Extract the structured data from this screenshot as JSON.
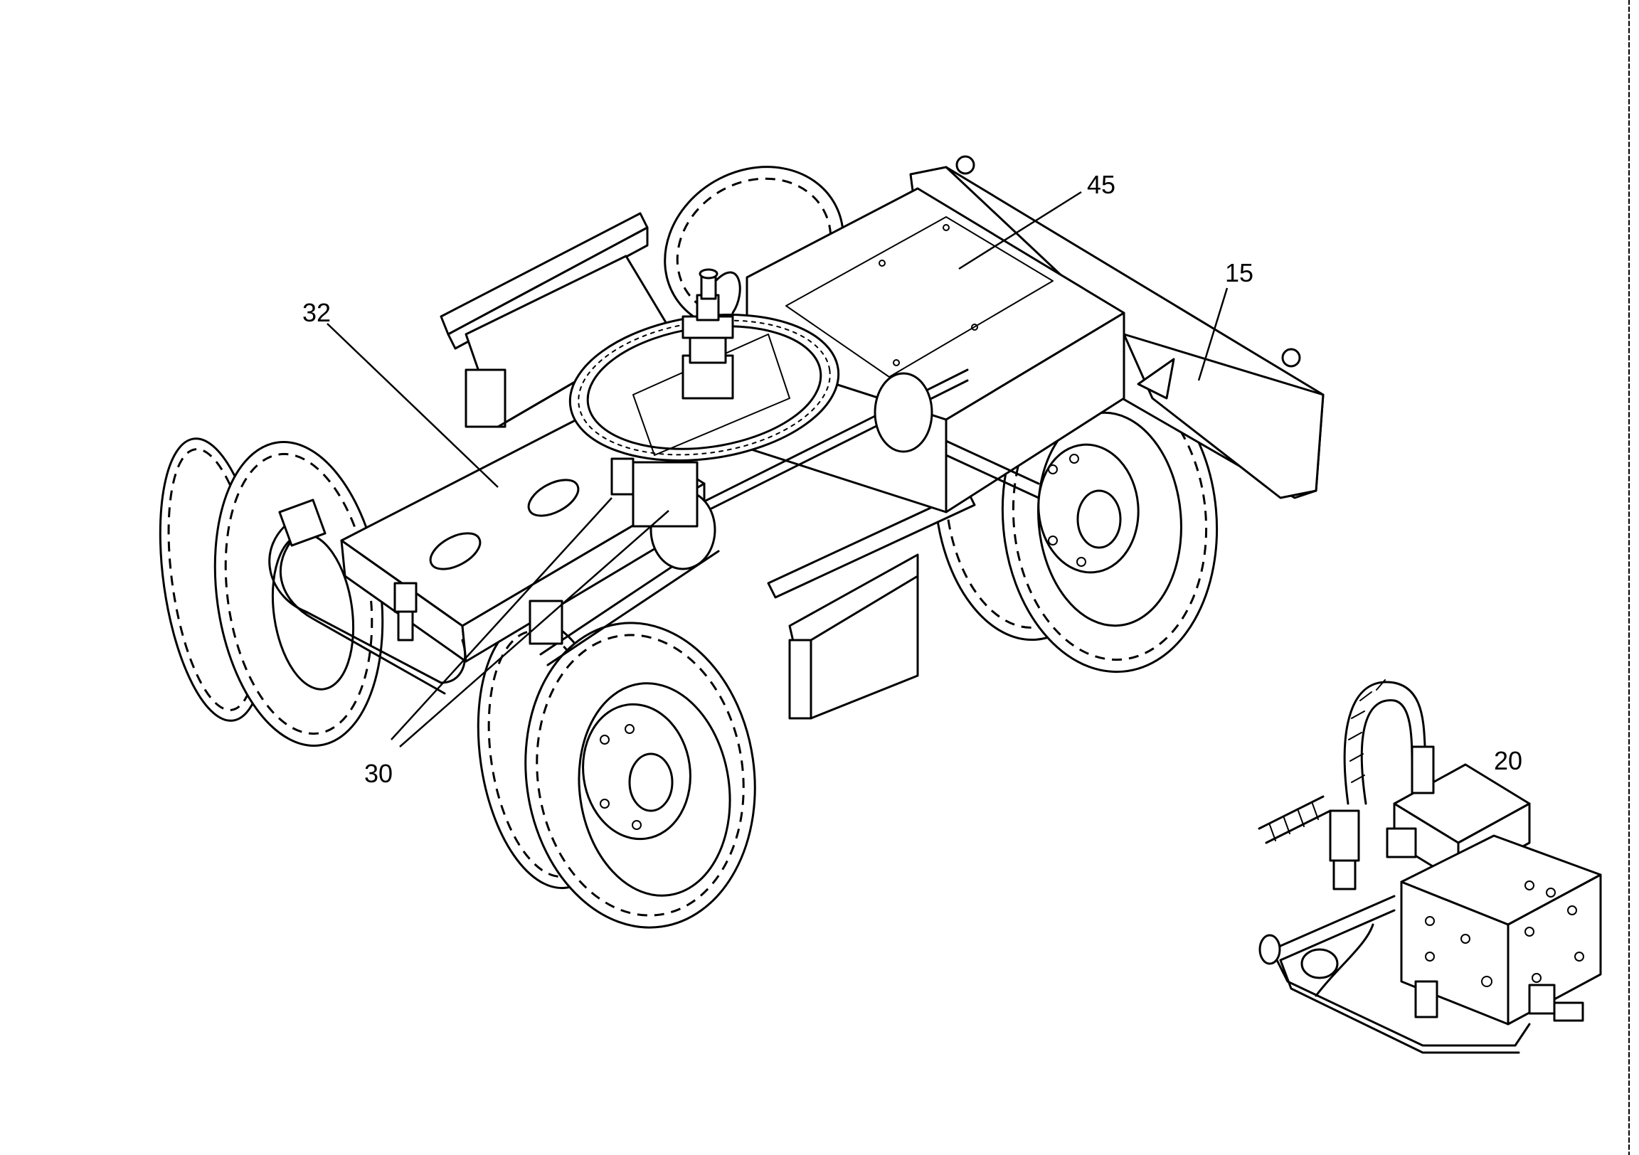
{
  "callouts": {
    "c45": "45",
    "c15": "15",
    "c32": "32",
    "c30": "30",
    "c20": "20"
  },
  "colors": {
    "ink": "#000000",
    "paper": "#ffffff"
  }
}
